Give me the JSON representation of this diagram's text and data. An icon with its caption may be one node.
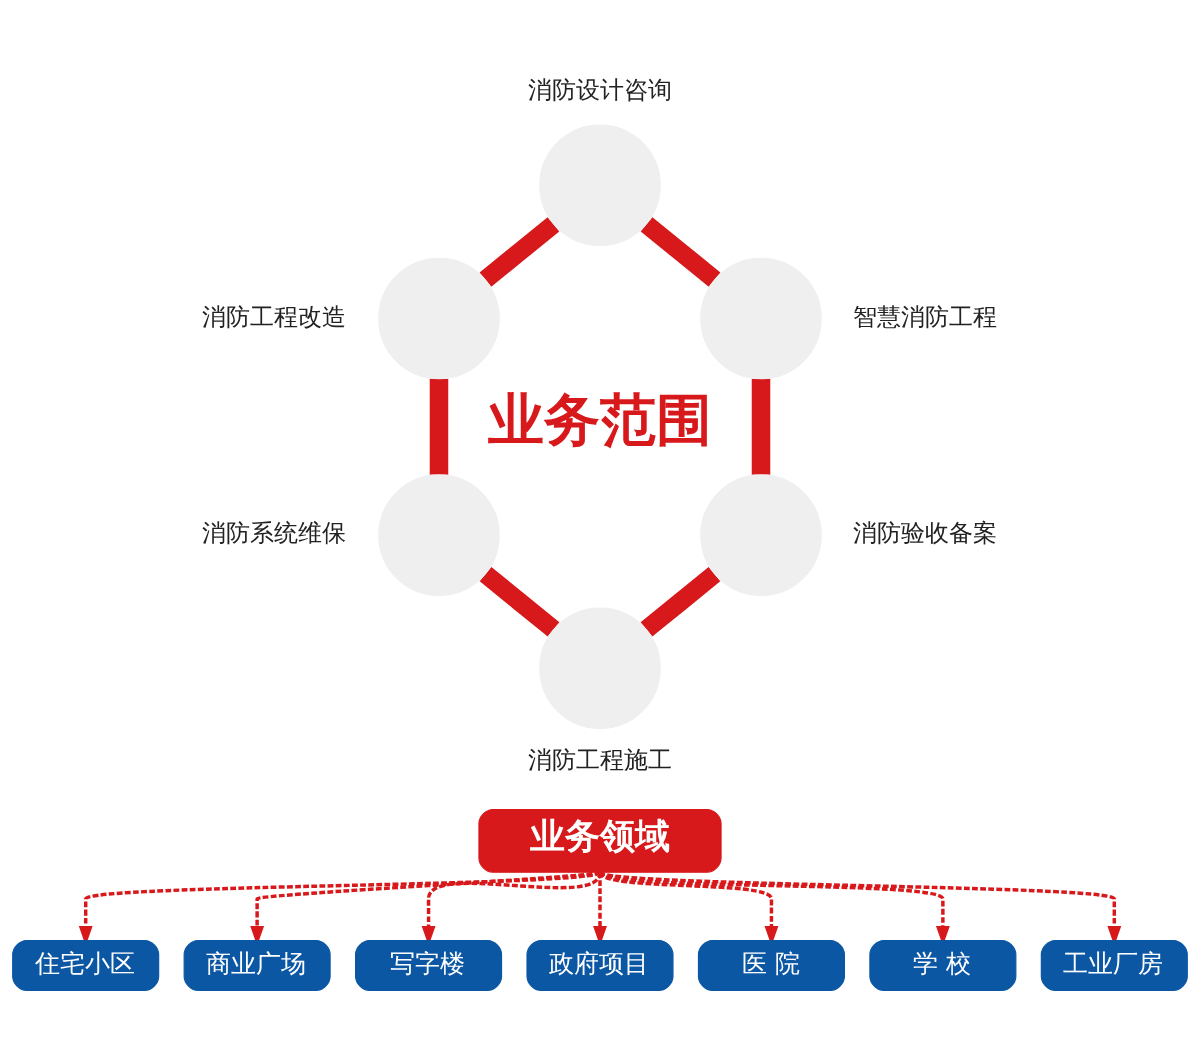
{
  "diagram": {
    "nodes": [
      {
        "text": [],
        "shape": "circle",
        "beside": [
          "消防设计咨询"
        ]
      },
      {
        "text": [],
        "shape": "circle",
        "beside": [
          "消防工程改造"
        ]
      },
      {
        "text": [],
        "shape": "circle",
        "beside": [
          "智慧消防工程"
        ]
      },
      {
        "text": [],
        "shape": "circle",
        "beside": [
          "消防系统维保"
        ]
      },
      {
        "text": [],
        "shape": "circle",
        "beside": [
          "消防验收备案"
        ]
      },
      {
        "text": [],
        "shape": "circle",
        "beside": [
          "消防工程施工"
        ]
      },
      {
        "text": [
          "业务领域"
        ]
      },
      {
        "text": [
          "住宅小区"
        ]
      },
      {
        "text": [
          "商业广场"
        ]
      },
      {
        "text": [
          "写字楼"
        ]
      },
      {
        "text": [
          "政府项目"
        ]
      },
      {
        "text": [
          "医 院"
        ]
      },
      {
        "text": [
          "学 校"
        ]
      },
      {
        "text": [
          "工业厂房"
        ]
      }
    ],
    "edges": [
      {
        "from": 0,
        "to": 2,
        "arrow": "none",
        "style": "thick"
      },
      {
        "from": 2,
        "to": 4,
        "arrow": "none",
        "style": "thick"
      },
      {
        "from": 4,
        "to": 5,
        "arrow": "none",
        "style": "thick"
      },
      {
        "from": 0,
        "to": 1,
        "arrow": "none",
        "style": "thick"
      },
      {
        "from": 1,
        "to": 3,
        "arrow": "none",
        "style": "thick"
      },
      {
        "from": 3,
        "to": 5,
        "arrow": "none",
        "style": "thick"
      },
      {
        "from": 6,
        "to": 7,
        "arrow": "to",
        "style": "dashed"
      },
      {
        "from": 6,
        "to": 8,
        "arrow": "to",
        "style": "dashed"
      },
      {
        "from": 6,
        "to": 9,
        "arrow": "to",
        "style": "dashed"
      },
      {
        "from": 6,
        "to": 10,
        "arrow": "to",
        "style": "dashed"
      },
      {
        "from": 6,
        "to": 11,
        "arrow": "to",
        "style": "dashed"
      },
      {
        "from": 6,
        "to": 12,
        "arrow": "to",
        "style": "dashed"
      },
      {
        "from": 6,
        "to": 13,
        "arrow": "to",
        "style": "dashed"
      }
    ],
    "labels": [
      "业务范围"
    ]
  }
}
